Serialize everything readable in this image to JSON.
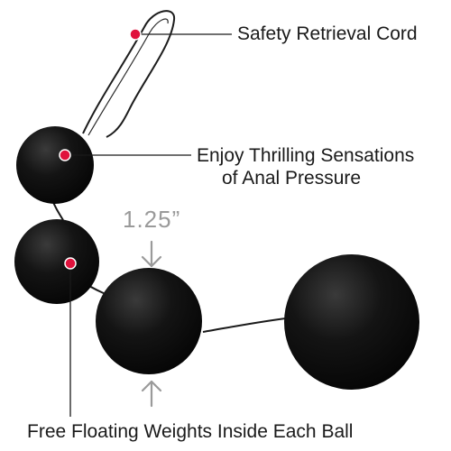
{
  "callouts": {
    "cord": "Safety Retrieval Cord",
    "sensations_line1": "Enjoy Thrilling Sensations",
    "sensations_line2": "of Anal Pressure",
    "weights": "Free Floating Weights Inside Each Ball"
  },
  "dimension": {
    "label": "1.25”"
  },
  "colors": {
    "ball": "#0e0e0e",
    "callout_dot": "#e0123d",
    "callout_line": "#1a1a1a",
    "dimension_arrow": "#9a9a9a"
  }
}
